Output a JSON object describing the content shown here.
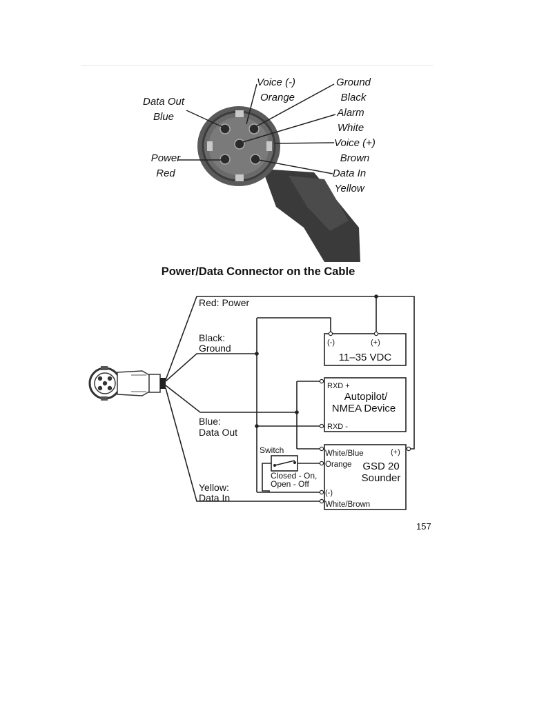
{
  "connector_photo": {
    "caption": "Power/Data Connector on the Cable",
    "pin_labels": [
      {
        "name": "Data Out",
        "color": "Blue"
      },
      {
        "name": "Power",
        "color": "Red"
      },
      {
        "name": "Voice (-)",
        "color": "Orange"
      },
      {
        "name": "Ground",
        "color": "Black"
      },
      {
        "name": "Alarm",
        "color": "White"
      },
      {
        "name": "Voice (+)",
        "color": "Brown"
      },
      {
        "name": "Data In",
        "color": "Yellow"
      }
    ]
  },
  "wiring_diagram": {
    "wire_labels": {
      "red": "Red: Power",
      "black_1": "Black:",
      "black_2": "Ground",
      "blue_1": "Blue:",
      "blue_2": "Data Out",
      "yellow_1": "Yellow:",
      "yellow_2": "Data In"
    },
    "power_supply": {
      "minus": "(-)",
      "plus": "(+)",
      "label": "11–35 VDC"
    },
    "autopilot": {
      "rxd_plus": "RXD +",
      "label_1": "Autopilot/",
      "label_2": "NMEA Device",
      "rxd_minus": "RXD -"
    },
    "switch": {
      "label": "Switch",
      "state_1": "Closed - On,",
      "state_2": "Open - Off"
    },
    "sounder": {
      "white_blue": "White/Blue",
      "plus": "(+)",
      "orange": "Orange",
      "label_1": "GSD 20",
      "label_2": "Sounder",
      "minus": "(-)",
      "white_brown": "White/Brown"
    }
  },
  "page_number": "157"
}
